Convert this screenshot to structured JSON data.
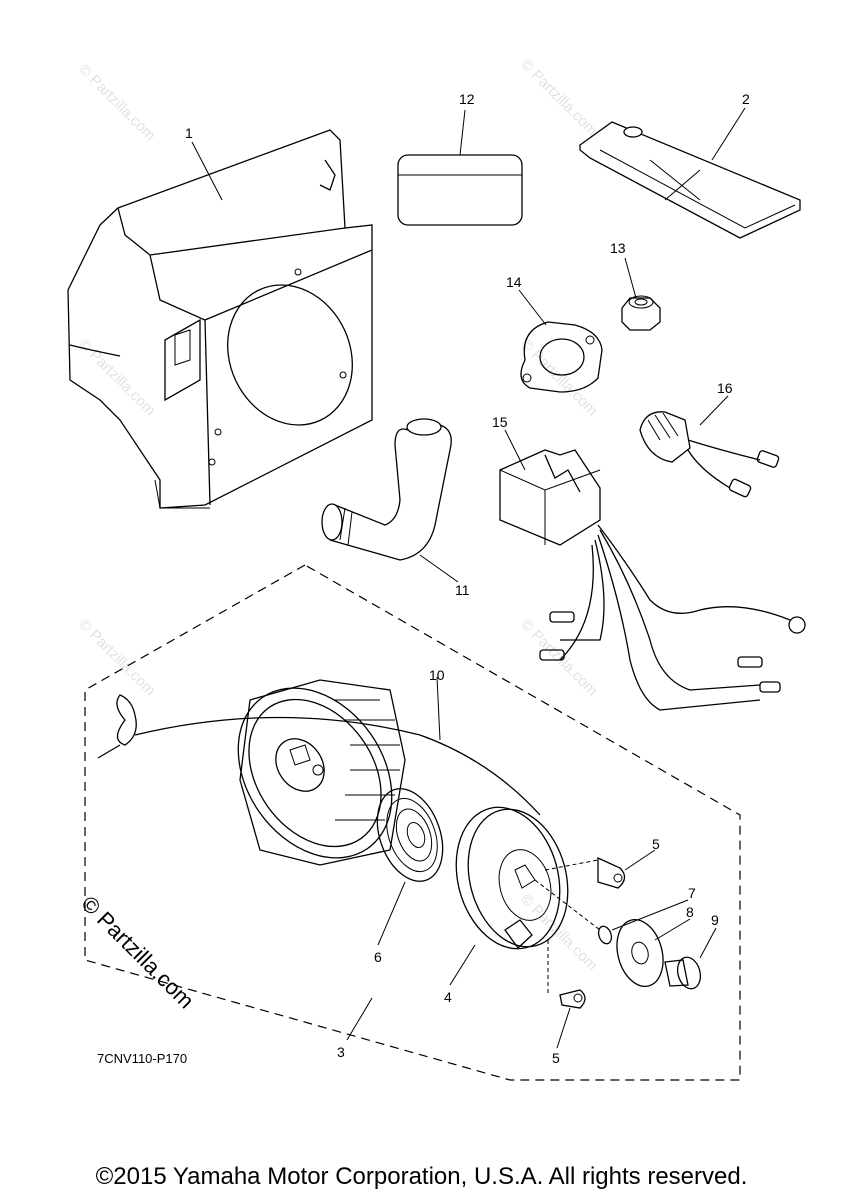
{
  "callouts": {
    "n1": "1",
    "n2": "2",
    "n3": "3",
    "n4": "4",
    "n5a": "5",
    "n5b": "5",
    "n6": "6",
    "n7": "7",
    "n8": "8",
    "n9": "9",
    "n10": "10",
    "n11": "11",
    "n12": "12",
    "n13": "13",
    "n14": "14",
    "n15": "15",
    "n16": "16"
  },
  "diagram_code": "7CNV110-P170",
  "watermark": "© Partzilla.com",
  "copyright": "©2015 Yamaha Motor Corporation, U.S.A. All rights reserved.",
  "colors": {
    "line": "#000000",
    "watermark_faint": "#e2e2e2",
    "background": "#ffffff"
  }
}
